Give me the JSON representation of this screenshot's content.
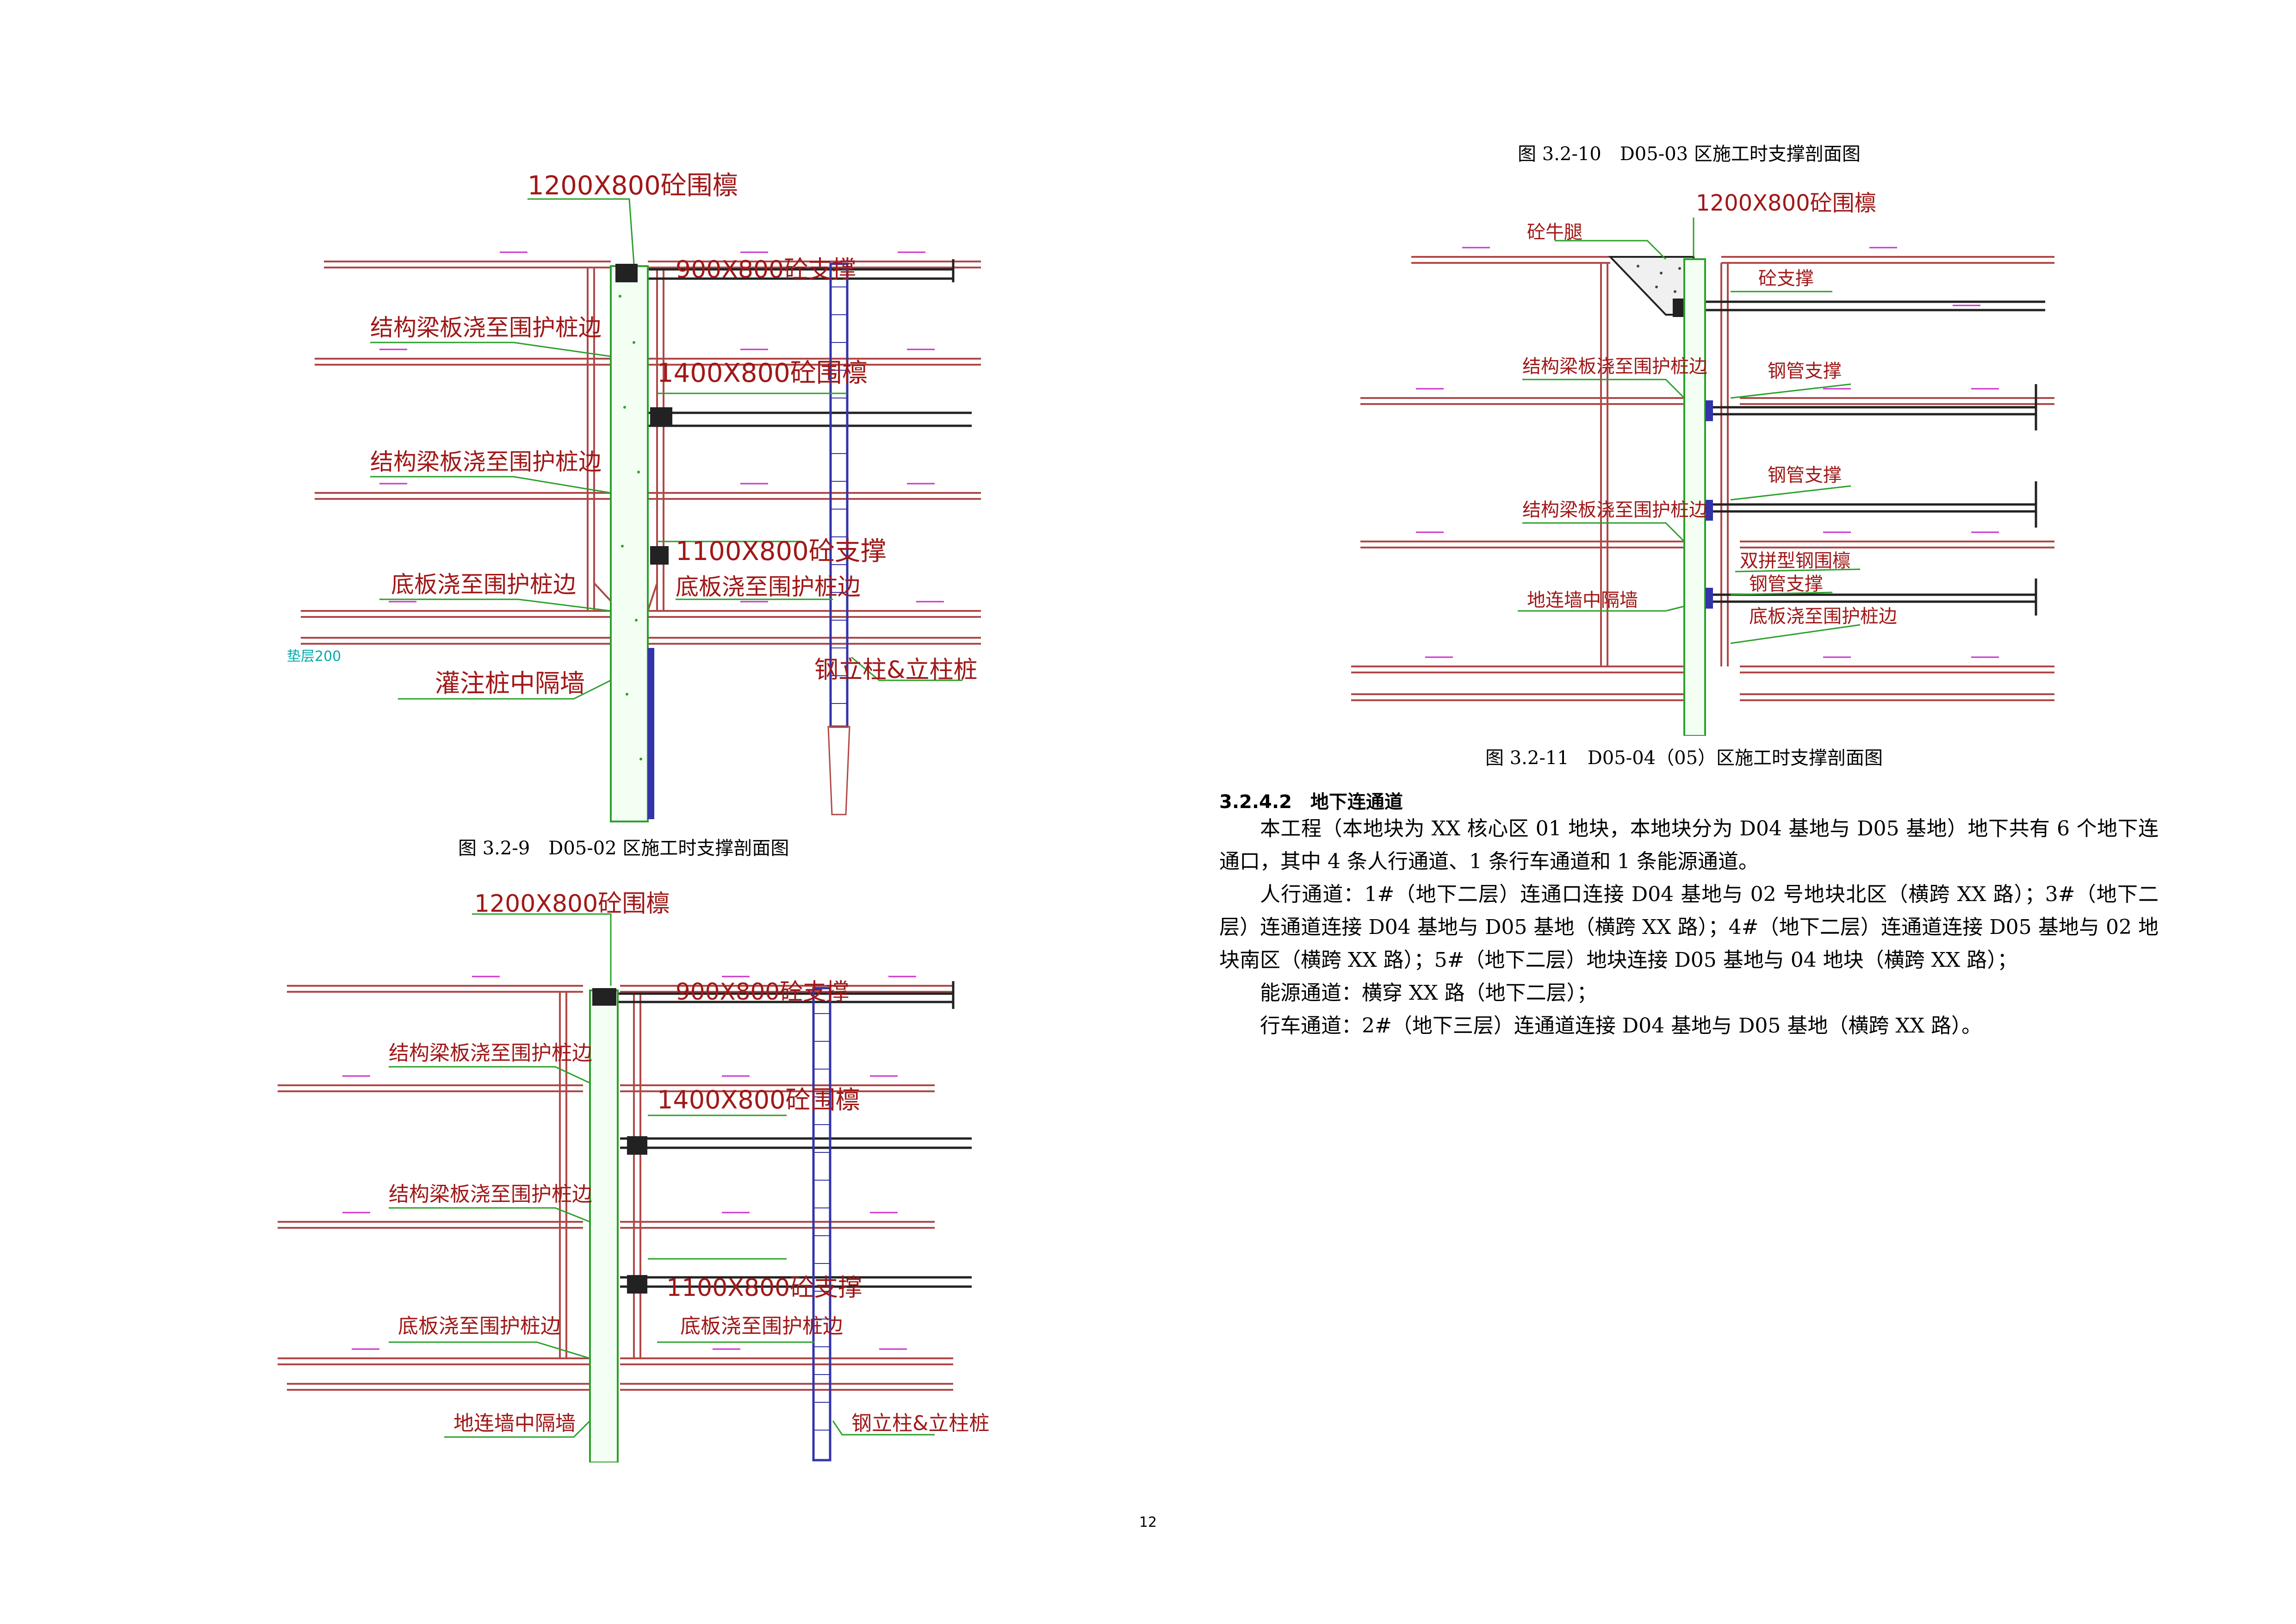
{
  "figures": [
    {
      "caption": "图 3.2-9　D05-02 区施工时支撑剖面图",
      "labels": {
        "waler": "1200X800砼围檩",
        "strut1": "900X800砼支撑",
        "slab1": "结构梁板浇至围护桩边",
        "waler2": "1400X800砼围檩",
        "slab2": "结构梁板浇至围护桩边",
        "strut3": "1100X800砼支撑",
        "base_left": "底板浇至围护桩边",
        "base_right": "底板浇至围护桩边",
        "wall": "灌注桩中隔墙",
        "column": "钢立柱&立柱桩",
        "small": "垫层200"
      }
    },
    {
      "caption": "",
      "labels": {
        "waler": "1200X800砼围檩",
        "strut1": "900X800砼支撑",
        "slab1": "结构梁板浇至围护桩边",
        "waler2": "1400X800砼围檩",
        "slab2": "结构梁板浇至围护桩边",
        "strut3": "1100X800砼支撑",
        "base_left": "底板浇至围护桩边",
        "base_right": "底板浇至围护桩边",
        "wall": "地连墙中隔墙",
        "column": "钢立柱&立柱桩"
      }
    },
    {
      "caption_top": "图 3.2-10　D05-03 区施工时支撑剖面图",
      "caption": "图 3.2-11　D05-04（05）区施工时支撑剖面图",
      "labels": {
        "haunch": "砼牛腿",
        "waler": "1200X800砼围檩",
        "strut": "砼支撑",
        "slab1": "结构梁板浇至围护桩边",
        "steel1": "钢管支撑",
        "steel2": "钢管支撑",
        "slab2": "结构梁板浇至围护桩边",
        "double": "双拼型钢围檩",
        "steel3": "钢管支撑",
        "wall": "地连墙中隔墙",
        "base": "底板浇至围护桩边"
      }
    }
  ],
  "section": {
    "heading": "3.2.4.2　地下连通道",
    "paragraphs": [
      "本工程（本地块为 XX 核心区 01 地块，本地块分为 D04 基地与 D05 基地）地下共有 6 个地下连通口，其中 4 条人行通道、1 条行车通道和 1 条能源通道。",
      "人行通道：1#（地下二层）连通口连接 D04 基地与 02 号地块北区（横跨 XX 路）；3#（地下二层）连通道连接 D04 基地与 D05 基地（横跨 XX 路）；4#（地下二层）连通道连接 D05 基地与 02 地块南区（横跨 XX 路）；5#（地下二层）地块连接 D05 基地与 04 地块（横跨 XX 路）；",
      "能源通道：横穿 XX 路（地下二层）；",
      "行车通道：2#（地下三层）连通道连接 D04 基地与 D05 基地（横跨 XX 路）。"
    ]
  },
  "page_number": "12",
  "colors": {
    "structure": "#b04848",
    "green": "#2ca02c",
    "magenta": "#cc33cc",
    "blue": "#3333aa",
    "label": "#a01818"
  }
}
